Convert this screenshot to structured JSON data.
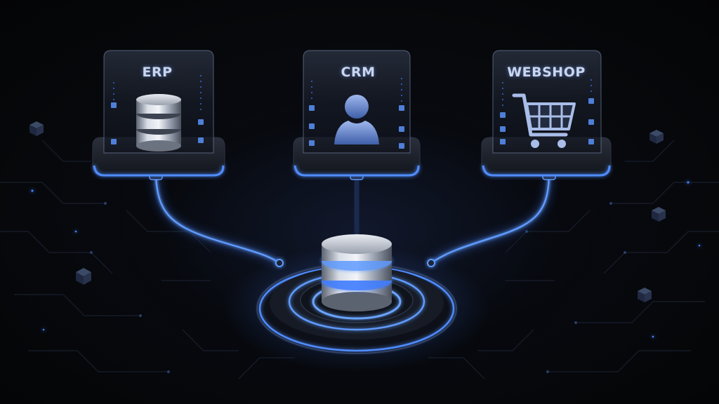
{
  "diagram": {
    "systems": [
      {
        "id": "erp",
        "label": "ERP",
        "icon": "database-icon"
      },
      {
        "id": "crm",
        "label": "CRM",
        "icon": "user-icon"
      },
      {
        "id": "webshop",
        "label": "WEBSHOP",
        "icon": "shopping-cart-icon"
      }
    ],
    "hub": {
      "icon": "central-database-icon"
    },
    "colors": {
      "accent": "#3f7dff",
      "glow": "#5f9bff",
      "background": "#050608",
      "panel_glass": "#1a2130",
      "metal": "#b8bfcc"
    }
  }
}
